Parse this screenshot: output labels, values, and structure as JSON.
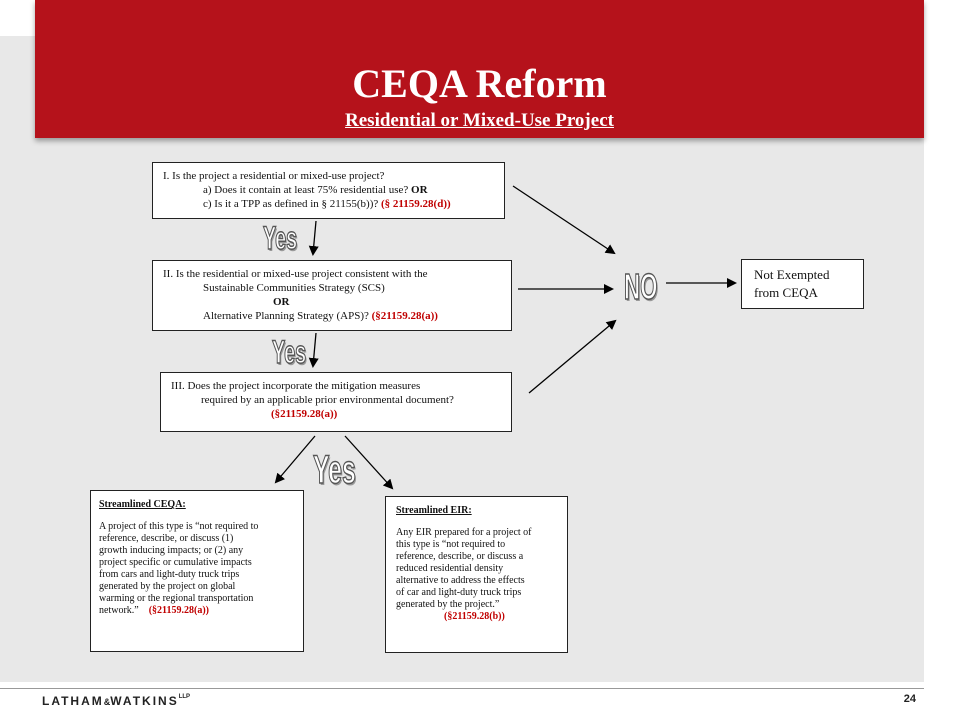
{
  "header": {
    "title": "CEQA Reform",
    "subtitle": "Residential or Mixed-Use Project"
  },
  "questions": {
    "q1": {
      "line1": "I.    Is the project a residential or mixed-use project?",
      "line2": "a) Does it contain at least 75% residential use?",
      "line2_bold": "OR",
      "line3": "c) Is it a TPP as defined in § 21155(b))?",
      "line3_ref": "(§ 21159.28(d))"
    },
    "q2": {
      "line1": "II.    Is the residential or mixed-use project consistent with the",
      "line2": "Sustainable Communities Strategy (SCS)",
      "line3": "OR",
      "line4": "Alternative Planning Strategy (APS)?",
      "line4_ref": "(§21159.28(a))"
    },
    "q3": {
      "line1": "III.  Does the project incorporate the mitigation measures",
      "line2": "required by an applicable prior environmental document?",
      "line3_ref": "(§21159.28(a))"
    }
  },
  "labels": {
    "yes1": "Yes",
    "yes2": "Yes",
    "yes3": "Yes",
    "no": "NO"
  },
  "result": {
    "line1": "Not Exempted",
    "line2": "from CEQA"
  },
  "streamlined_ceqa": {
    "title": "Streamlined CEQA:",
    "lines": [
      "A project of this type is “not required to",
      "reference, describe, or discuss (1)",
      "growth inducing impacts; or (2) any",
      "project specific or cumulative impacts",
      "from cars and light-duty truck trips",
      "generated by the project on global",
      "warming or the regional transportation"
    ],
    "last_line": "network.”",
    "ref": "(§21159.28(a))"
  },
  "streamlined_eir": {
    "title": "Streamlined EIR:",
    "lines": [
      "Any EIR prepared for a project of",
      "this type is “not required to",
      "reference, describe, or discuss a",
      "reduced residential density",
      "alternative to address the effects",
      "of car and light-duty truck trips",
      "generated by the project.”"
    ],
    "ref": "(§21159.28(b))"
  },
  "footer": {
    "logo_latham": "LATHAM",
    "logo_amp": "&",
    "logo_watkins": "WATKINS",
    "logo_llp": "LLP",
    "page_number": "24"
  },
  "colors": {
    "header_bg": "#b5121b",
    "ref_red": "#c00000",
    "slide_bg": "#e8e8e8"
  }
}
